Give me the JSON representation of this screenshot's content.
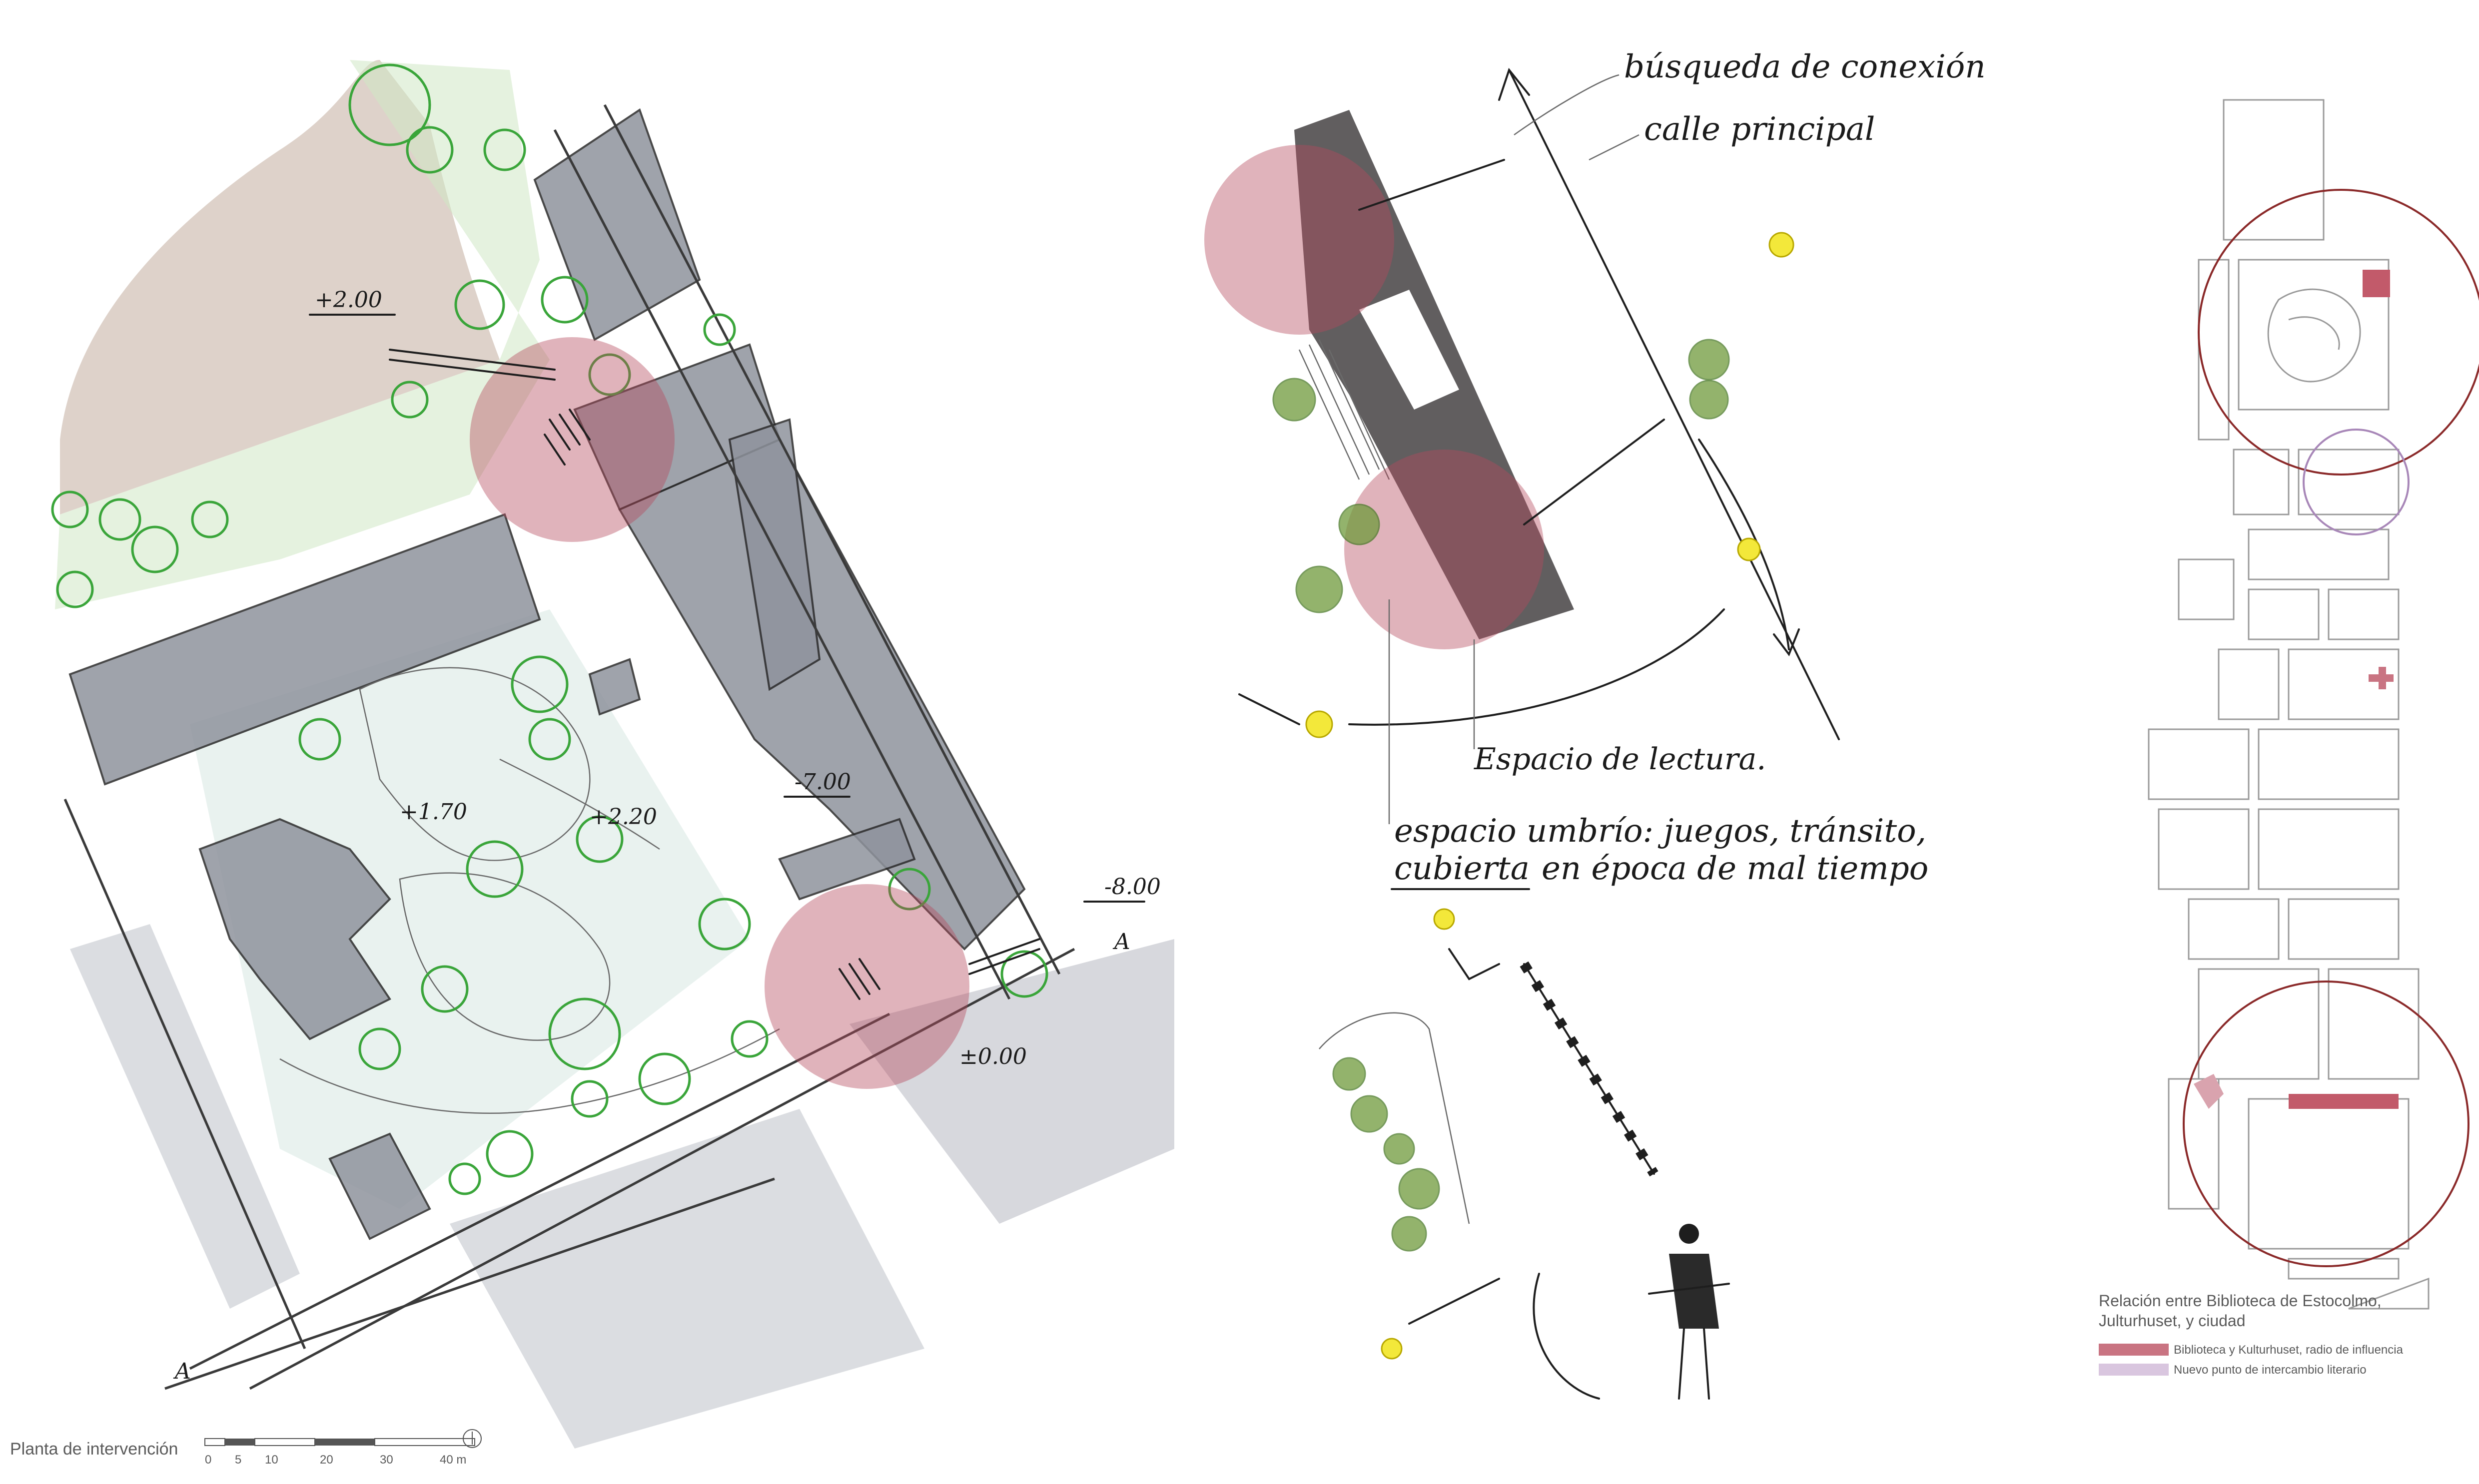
{
  "plan": {
    "levels": [
      "+2.00",
      "+1.70",
      "+2.20",
      "-7.00",
      "-8.00",
      "±0.00"
    ],
    "section_marker": "A",
    "title": "Planta de intervención",
    "scale_ticks": [
      "0",
      "5",
      "10",
      "20",
      "30",
      "40 m"
    ]
  },
  "sketch": {
    "note_connection": "búsqueda de conexión",
    "note_street": "calle principal",
    "note_reading": "Espacio de lectura.",
    "note_shade_line1": "espacio umbrío: juegos, tránsito,",
    "note_shade_line2_underlined": "cubierta",
    "note_shade_line2_rest": "en época de mal tiempo"
  },
  "city": {
    "caption_line1": "Relación entre Biblioteca de Estocolmo,",
    "caption_line2": "Julturhuset, y ciudad",
    "legend": [
      {
        "label": "Biblioteca y Kulturhuset, radio de influencia",
        "color": "#c97482"
      },
      {
        "label": "Nuevo punto de intercambio literario",
        "color": "#d9c6df"
      }
    ]
  },
  "colors": {
    "influence": "#b54a5e",
    "building": "#8f939d",
    "tree": "#3aa53a",
    "sun": "#f3e83a",
    "ring_major": "#8b2a2a",
    "ring_minor": "#a887b8"
  }
}
